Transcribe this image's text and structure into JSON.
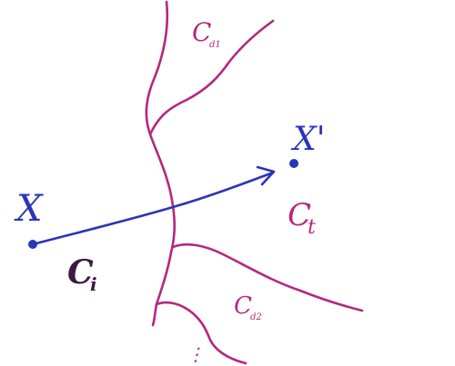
{
  "diagram": {
    "colors": {
      "region_boundary": "#b3287f",
      "transition": "#2a35b8",
      "start_label": "#2a35b8",
      "start_region_label": "#3b1a44",
      "region_labels": "#b3287f"
    },
    "labels": {
      "start_point": "X",
      "end_point": "X'",
      "start_region_main": "C",
      "start_region_sub": "i",
      "target_region_main": "C",
      "target_region_sub": "t",
      "region_d1_main": "C",
      "region_d1_sub": "d1",
      "region_d2_main": "C",
      "region_d2_sub": "d2",
      "continuation": "⋮"
    }
  }
}
